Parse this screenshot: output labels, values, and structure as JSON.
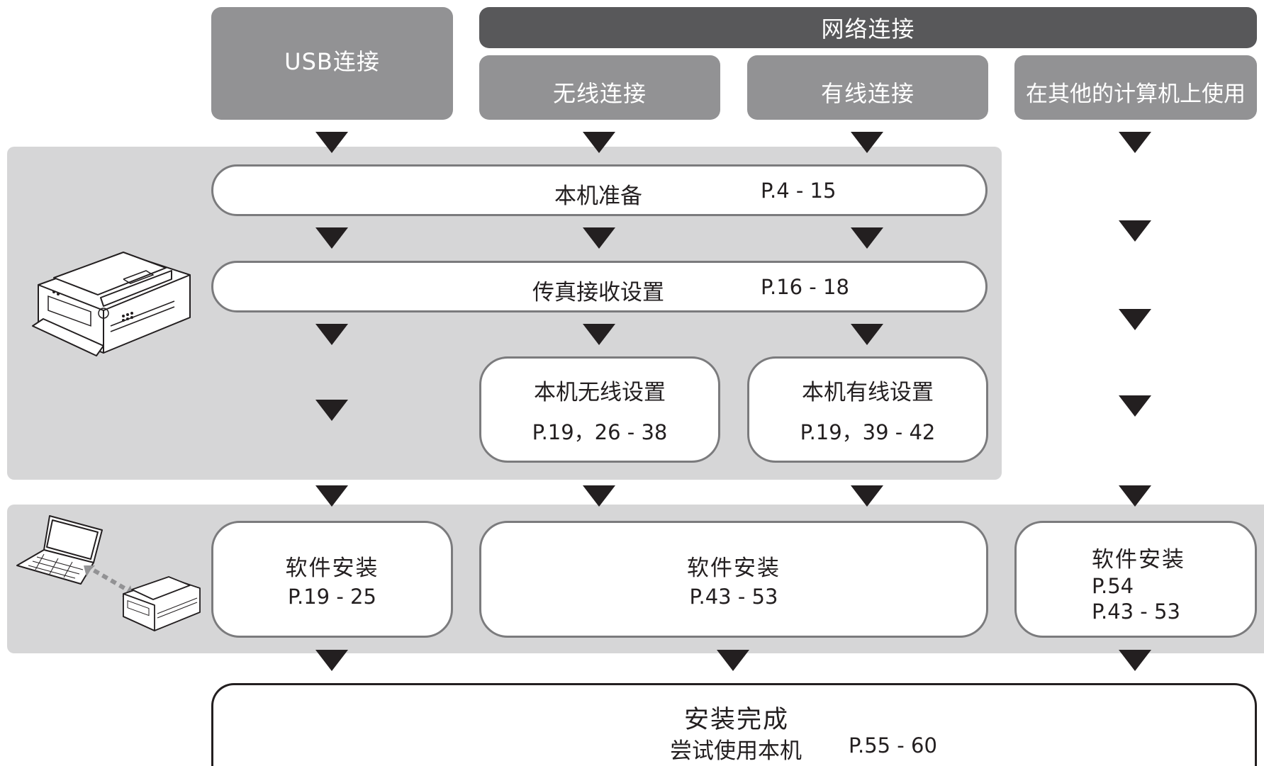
{
  "headers": {
    "usb": "USB连接",
    "network": "网络连接",
    "wireless": "无线连接",
    "wired": "有线连接",
    "other_pc": "在其他的计算机上使用"
  },
  "steps": {
    "prepare": {
      "label": "本机准备",
      "pages": "P.4 - 15"
    },
    "fax": {
      "label": "传真接收设置",
      "pages": "P.16 - 18"
    },
    "wireless_setup": {
      "label": "本机无线设置",
      "pages": "P.19，26 - 38"
    },
    "wired_setup": {
      "label": "本机有线设置",
      "pages": "P.19，39 - 42"
    },
    "software_usb": {
      "label": "软件安装",
      "pages": "P.19 - 25"
    },
    "software_network": {
      "label": "软件安装",
      "pages": "P.43 - 53"
    },
    "software_other": {
      "label": "软件安装",
      "pages1": "P.54",
      "pages2": "P.43 - 53"
    },
    "complete": {
      "label": "安装完成",
      "sub_label": "尝试使用本机",
      "pages": "P.55 - 60"
    }
  },
  "icons": {
    "printer": "printer-icon",
    "laptop": "laptop-icon",
    "connection": "connection-arrow-icon"
  },
  "colors": {
    "panel": "#d6d6d7",
    "header": "#929294",
    "header_dark": "#58585a",
    "arrow": "#231f20"
  }
}
